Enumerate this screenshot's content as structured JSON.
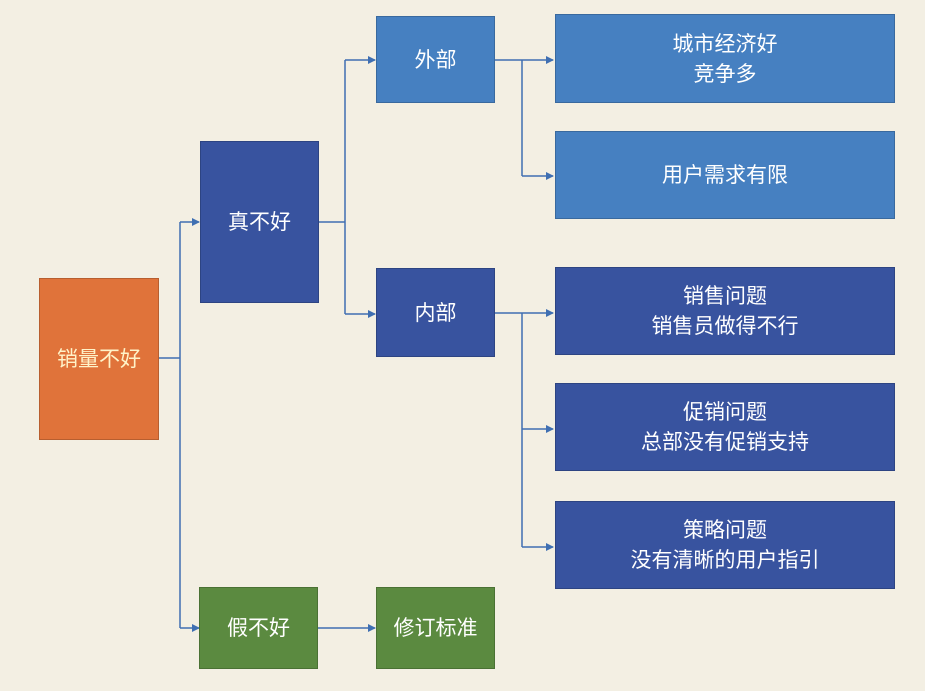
{
  "colors": {
    "background": "#f3efe3",
    "root": "#e0733a",
    "root_text": "#fff3c8",
    "dark_blue": "#38539f",
    "light_blue": "#4680c1",
    "green": "#5b8a40",
    "connector": "#3f6fb2"
  },
  "diagram": {
    "root": "销量不好",
    "really_bad": "真不好",
    "fake_bad": "假不好",
    "external": "外部",
    "internal": "内部",
    "revise_standard": "修订标准",
    "external_causes": [
      {
        "lines": [
          "城市经济好",
          "竞争多"
        ]
      },
      {
        "lines": [
          "用户需求有限"
        ]
      }
    ],
    "internal_causes": [
      {
        "lines": [
          "销售问题",
          "销售员做得不行"
        ]
      },
      {
        "lines": [
          "促销问题",
          "总部没有促销支持"
        ]
      },
      {
        "lines": [
          "策略问题",
          "没有清晰的用户指引"
        ]
      }
    ]
  }
}
